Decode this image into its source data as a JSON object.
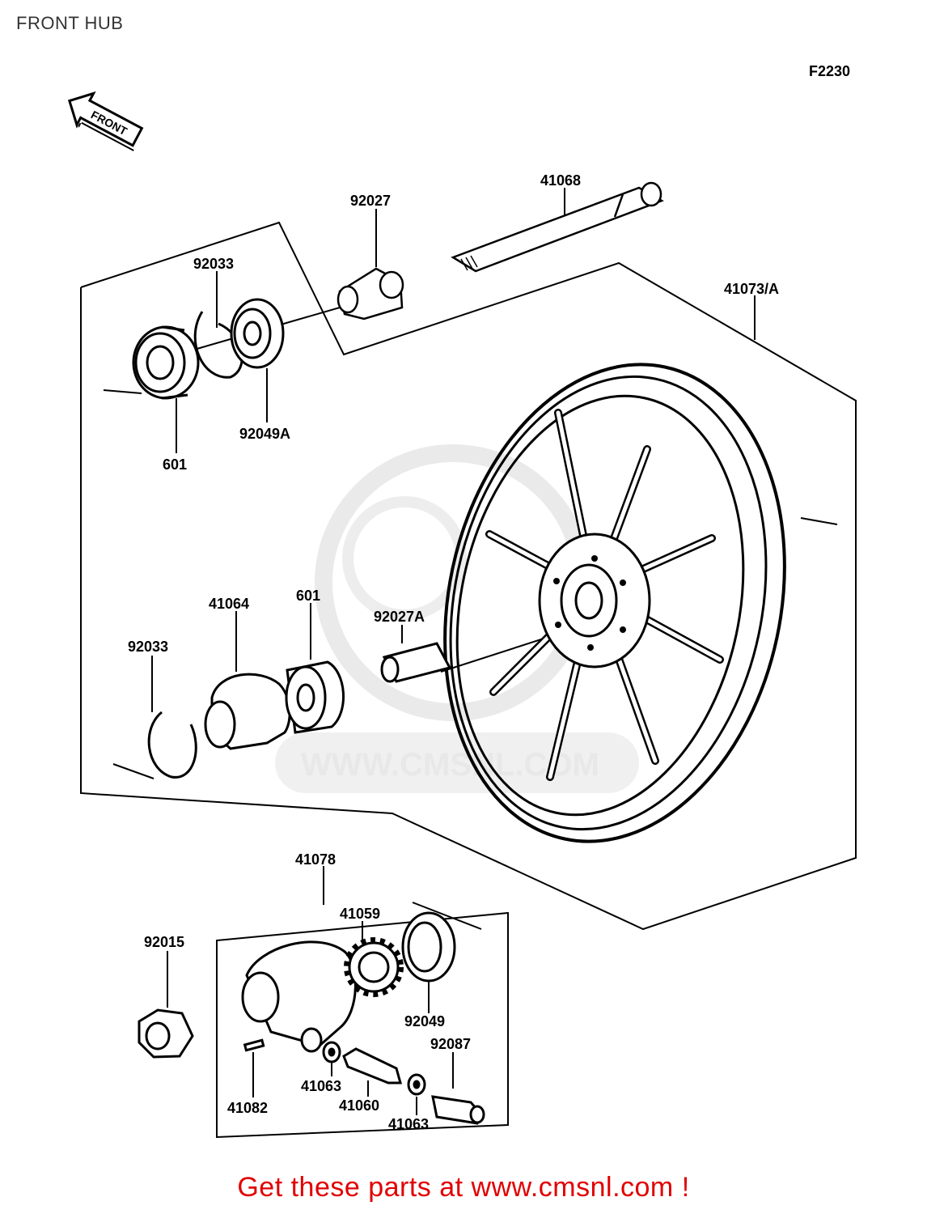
{
  "page": {
    "title": "FRONT HUB",
    "figure_code": "F2230",
    "front_arrow_label": "FRONT",
    "watermark_text": "WWW.CMSNL.COM",
    "cta": "Get these parts at www.cmsnl.com !"
  },
  "parts": [
    {
      "id": "p-41068",
      "number": "41068"
    },
    {
      "id": "p-92027",
      "number": "92027"
    },
    {
      "id": "p-92033a",
      "number": "92033"
    },
    {
      "id": "p-41073",
      "number": "41073/A"
    },
    {
      "id": "p-92049a",
      "number": "92049A"
    },
    {
      "id": "p-601a",
      "number": "601"
    },
    {
      "id": "p-41064",
      "number": "41064"
    },
    {
      "id": "p-601b",
      "number": "601"
    },
    {
      "id": "p-92027a",
      "number": "92027A"
    },
    {
      "id": "p-92033b",
      "number": "92033"
    },
    {
      "id": "p-41078",
      "number": "41078"
    },
    {
      "id": "p-41059",
      "number": "41059"
    },
    {
      "id": "p-92015",
      "number": "92015"
    },
    {
      "id": "p-92049",
      "number": "92049"
    },
    {
      "id": "p-92087",
      "number": "92087"
    },
    {
      "id": "p-41063a",
      "number": "41063"
    },
    {
      "id": "p-41060",
      "number": "41060"
    },
    {
      "id": "p-41082",
      "number": "41082"
    },
    {
      "id": "p-41063b",
      "number": "41063"
    }
  ]
}
